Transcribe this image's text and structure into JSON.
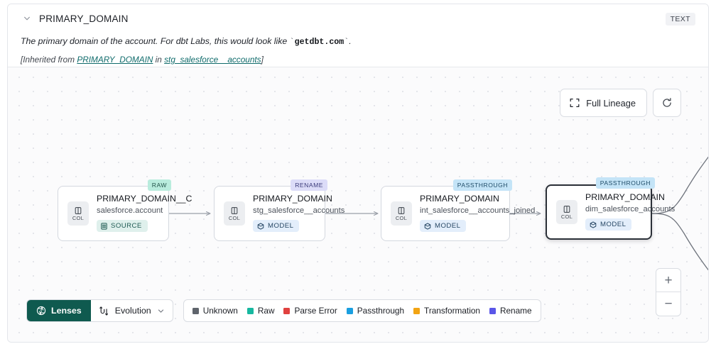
{
  "header": {
    "chevron_icon": "chevron-down-icon",
    "column_name": "PRIMARY_DOMAIN",
    "type_badge": "TEXT",
    "description_before": "The primary domain of the account. For dbt Labs, this would look like ",
    "description_code": "getdbt.com",
    "description_after": ".",
    "backtick": "`",
    "inherited_prefix": "[Inherited from ",
    "inherited_source_column": "PRIMARY_DOMAIN",
    "inherited_middle": " in ",
    "inherited_source_table": "stg_salesforce__accounts",
    "inherited_suffix": "]"
  },
  "canvas": {
    "full_lineage_label": "Full Lineage",
    "full_lineage_icon": "expand-icon",
    "refresh_icon": "refresh-icon",
    "zoom_in_label": "+",
    "zoom_out_label": "−"
  },
  "graph": {
    "nodes": [
      {
        "id": "node-raw",
        "kind_badge": "RAW",
        "kind_class": "raw",
        "column": "PRIMARY_DOMAIN__C",
        "dataset": "salesforce.account",
        "entity_tag": "SOURCE",
        "entity_class": "source",
        "entity_icon": "database-icon",
        "chip_label": "COL",
        "chip_icon": "column-icon",
        "selected": false
      },
      {
        "id": "node-rename",
        "kind_badge": "RENAME",
        "kind_class": "rename",
        "column": "PRIMARY_DOMAIN",
        "dataset": "stg_salesforce__accounts",
        "entity_tag": "MODEL",
        "entity_class": "model",
        "entity_icon": "cube-icon",
        "chip_label": "COL",
        "chip_icon": "column-icon",
        "selected": false
      },
      {
        "id": "node-passthrough-int",
        "kind_badge": "PASSTHROUGH",
        "kind_class": "passthrough",
        "column": "PRIMARY_DOMAIN",
        "dataset": "int_salesforce__accounts_joined",
        "entity_tag": "MODEL",
        "entity_class": "model",
        "entity_icon": "cube-icon",
        "chip_label": "COL",
        "chip_icon": "column-icon",
        "selected": false
      },
      {
        "id": "node-passthrough-dim",
        "kind_badge": "PASSTHROUGH",
        "kind_class": "passthrough",
        "column": "PRIMARY_DOMAIN",
        "dataset": "dim_salesforce_accounts",
        "entity_tag": "MODEL",
        "entity_class": "model",
        "entity_icon": "cube-icon",
        "chip_label": "COL",
        "chip_icon": "column-icon",
        "selected": true
      }
    ]
  },
  "toolbar": {
    "lenses_label": "Lenses",
    "lenses_icon": "aperture-icon",
    "evolution_label": "Evolution",
    "evolution_icon": "evolution-icon",
    "evolution_caret_icon": "chevron-down-icon",
    "legend": [
      {
        "label": "Unknown",
        "color": "#5f646c"
      },
      {
        "label": "Raw",
        "color": "#17b8a0"
      },
      {
        "label": "Parse Error",
        "color": "#e0413f"
      },
      {
        "label": "Passthrough",
        "color": "#1a9fe0"
      },
      {
        "label": "Transformation",
        "color": "#f2a413"
      },
      {
        "label": "Rename",
        "color": "#5a56e8"
      }
    ]
  }
}
